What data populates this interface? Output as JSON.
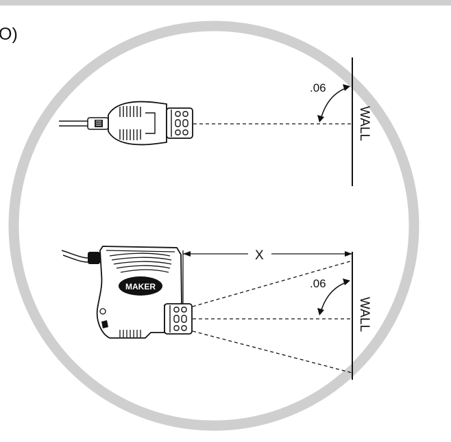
{
  "header": {
    "partial_text": "O)"
  },
  "top_view": {
    "angle_label": ".06",
    "wall_label": "WALL"
  },
  "side_view": {
    "distance_label": "X",
    "angle_label": ".06",
    "wall_label": "WALL",
    "logo_text": "MAKER"
  },
  "colors": {
    "frame_gray": "#cfcfcf",
    "line": "#111111",
    "device_fill": "#ffffff"
  }
}
